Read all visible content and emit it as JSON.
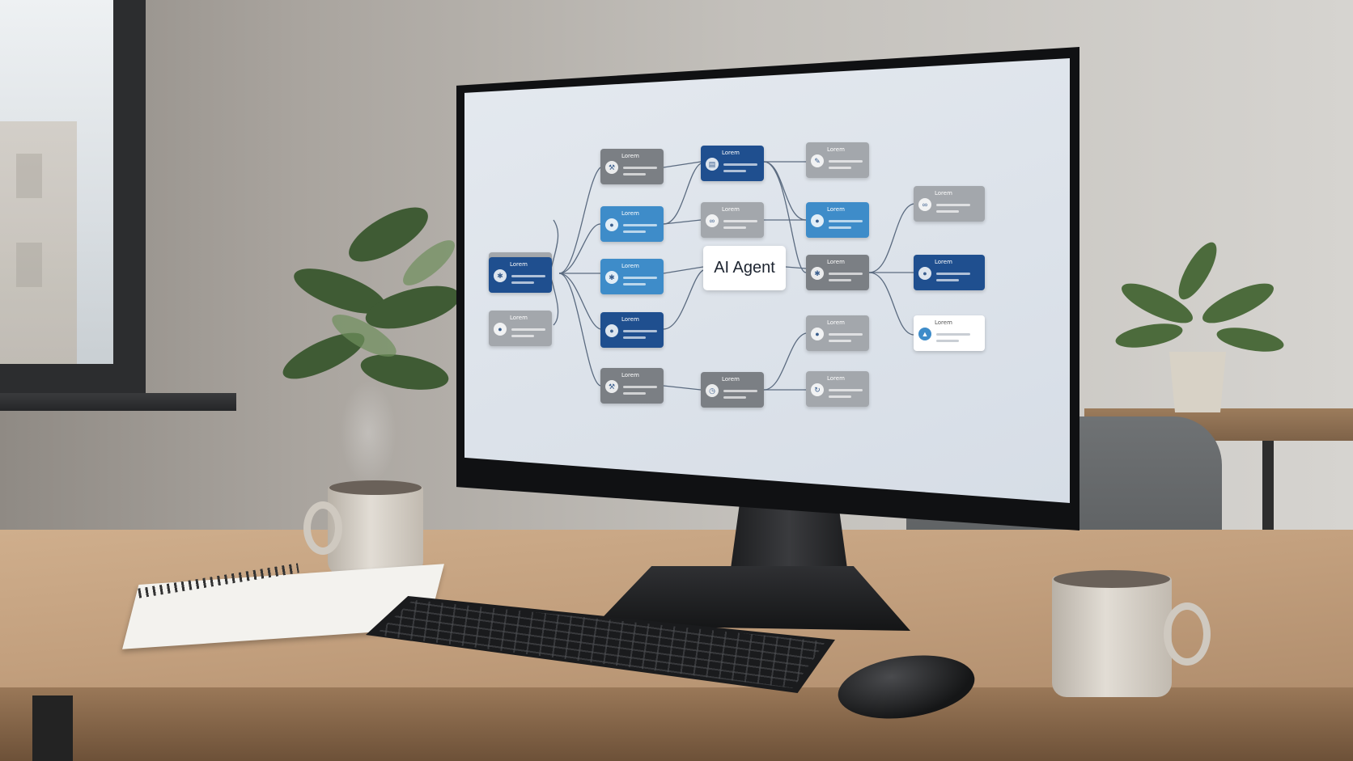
{
  "screen": {
    "center_label": "AI Agent",
    "node_title": "Lorem",
    "colors": {
      "navy": "#1f4f8f",
      "blue": "#3e8cc9",
      "gray": "#7b7f84",
      "light_gray": "#a3a7ac",
      "white": "#ffffff",
      "screen_bg": "#e4e9ef"
    },
    "nodes": [
      {
        "id": "n1",
        "style": "n-lgray",
        "icon": "user-icon"
      },
      {
        "id": "n2",
        "style": "n-navy",
        "icon": "gear-icon"
      },
      {
        "id": "n3",
        "style": "n-lgray",
        "icon": "user-icon"
      },
      {
        "id": "n4",
        "style": "n-gray",
        "icon": "tool-icon"
      },
      {
        "id": "n5",
        "style": "n-blue",
        "icon": "user-icon"
      },
      {
        "id": "n6",
        "style": "n-blue",
        "icon": "gear-icon"
      },
      {
        "id": "n7",
        "style": "n-navy",
        "icon": "user-icon"
      },
      {
        "id": "n8",
        "style": "n-gray",
        "icon": "tool-icon"
      },
      {
        "id": "n9",
        "style": "n-navy",
        "icon": "doc-icon"
      },
      {
        "id": "n10",
        "style": "n-lgray",
        "icon": "link-icon"
      },
      {
        "id": "n11",
        "style": "n-gray",
        "icon": "clock-icon"
      },
      {
        "id": "n12",
        "style": "n-lgray",
        "icon": "edit-icon"
      },
      {
        "id": "n13",
        "style": "n-blue",
        "icon": "user-icon"
      },
      {
        "id": "n14",
        "style": "n-gray",
        "icon": "gear-icon"
      },
      {
        "id": "n15",
        "style": "n-lgray",
        "icon": "user-icon"
      },
      {
        "id": "n16",
        "style": "n-lgray",
        "icon": "refresh-icon"
      },
      {
        "id": "n17",
        "style": "n-lgray",
        "icon": "link-icon"
      },
      {
        "id": "n18",
        "style": "n-navy",
        "icon": "user-icon"
      },
      {
        "id": "n19",
        "style": "n-white",
        "icon": "chart-icon"
      }
    ]
  }
}
